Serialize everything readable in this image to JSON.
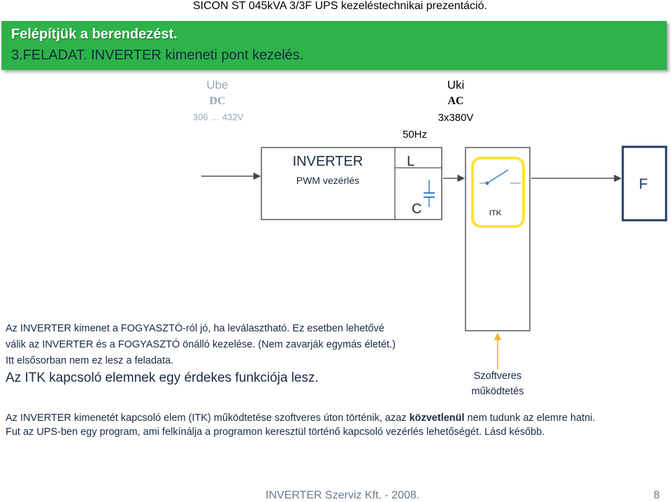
{
  "slide_title": "SICON ST 045kVA 3/3F UPS kezeléstechnikai  prezentáció.",
  "banner": {
    "heading": "Felépítjük a berendezést.",
    "subheading": "3.FELADAT. INVERTER kimeneti pont kezelés."
  },
  "input": {
    "label": "Ube",
    "type": "DC",
    "range": "306 … 432V"
  },
  "output": {
    "label": "Uki",
    "type": "AC",
    "voltage": "3x380V"
  },
  "frequency": "50Hz",
  "inverter": {
    "title": "INVERTER",
    "subtitle": "PWM vezérlés"
  },
  "filter": {
    "inductor": "L",
    "capacitor": "C"
  },
  "itk_label": "ITK",
  "load_label": "F",
  "description": {
    "line1": "Az INVERTER kimenet a FOGYASZTÓ-ról jó, ha leválasztható. Ez esetben lehetővé",
    "line2": "válik az INVERTER  és a FOGYASZTÓ önálló kezelése. (Nem zavarják egymás életét.)",
    "line3": "Itt elsősorban nem ez lesz a feladata.",
    "line4": "Az ITK kapcsoló elemnek egy érdekes funkciója lesz."
  },
  "software_note": {
    "line1": "Szoftveres",
    "line2": "működtetés"
  },
  "bottom": {
    "line1_start": "Az INVERTER kimenetét kapcsoló elem (ITK) működtetése szoftveres úton történik, azaz ",
    "line1_bold": "közvetlenül",
    "line1_end": " nem  tudunk az elemre hatni.",
    "line2": "Fut az UPS-ben egy program, ami felkínálja a programon keresztül történő kapcsoló vezérlés lehetőségét. Lásd később."
  },
  "footer": {
    "company": "INVERTER Szerviz Kft. - 2008.",
    "page": "8"
  },
  "colors": {
    "banner": "#2db34a",
    "itk_highlight": "#ffe23a",
    "arrow": "#f5b233",
    "load_box": "#1f3a64"
  }
}
